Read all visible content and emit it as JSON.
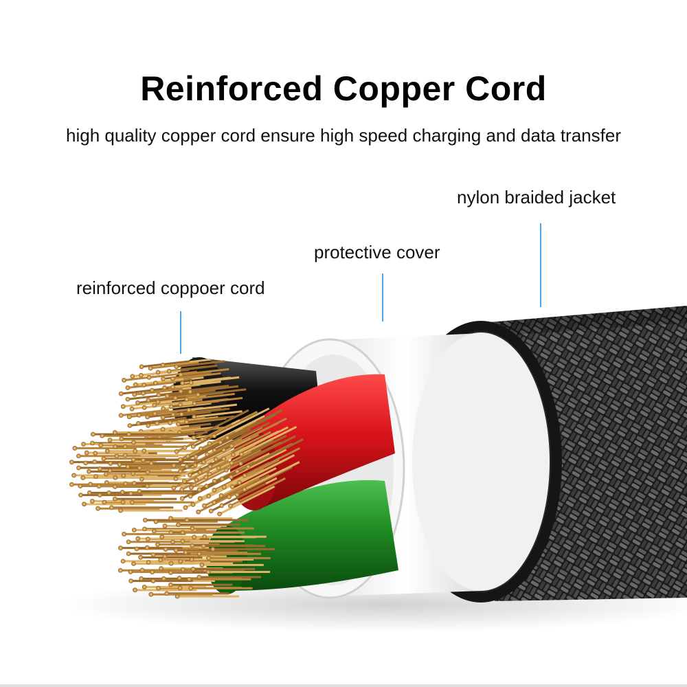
{
  "title": "Reinforced Copper Cord",
  "subtitle": "high quality copper cord ensure high speed charging and data transfer",
  "labels": {
    "jacket": "nylon braided jacket",
    "cover": "protective cover",
    "cord": "reinforced coppoer cord"
  },
  "colors": {
    "leader": "#4da3e6",
    "jacket": "#1a1a1a",
    "cover": "#ffffff",
    "red_wire": "#d8141a",
    "green_wire": "#1f8a22",
    "black_wire": "#111111",
    "copper": "#c89a4e"
  }
}
